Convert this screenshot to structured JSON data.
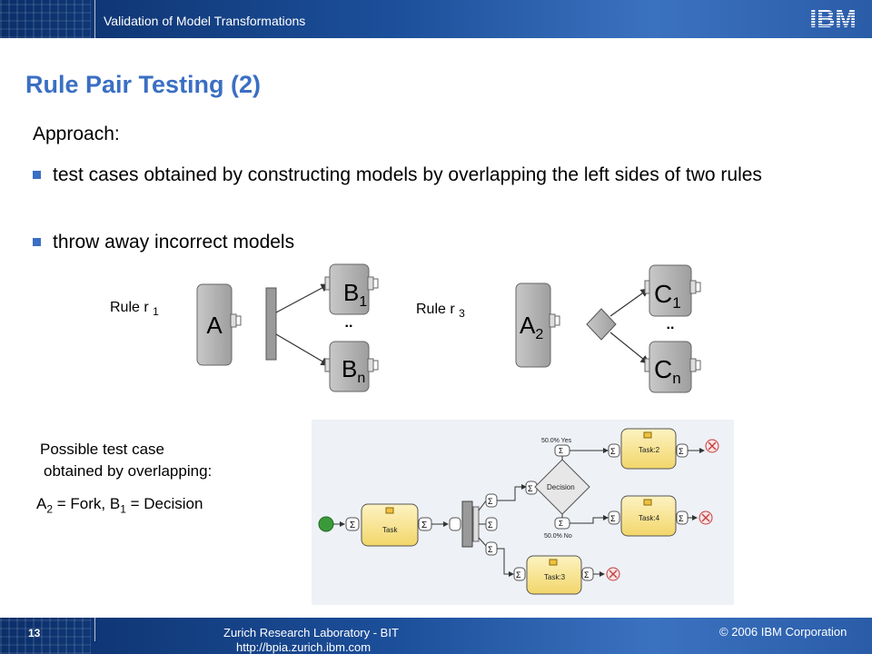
{
  "header": {
    "title": "Validation of Model Transformations",
    "logo": "IBM"
  },
  "slide": {
    "title": "Rule Pair Testing (2)",
    "approach": "Approach:",
    "bullets": [
      "test cases obtained by constructing models by overlapping the left sides of two rules",
      "throw away incorrect models"
    ]
  },
  "diagram": {
    "rule1": {
      "label": "Rule r",
      "sub": "1",
      "source": "A",
      "target_top": "B",
      "target_top_sub": "1",
      "target_bottom": "B",
      "target_bottom_sub": "n",
      "dots": ".."
    },
    "rule3": {
      "label": "Rule r",
      "sub": "3",
      "source": "A",
      "source_sub": "2",
      "target_top": "C",
      "target_top_sub": "1",
      "target_bottom": "C",
      "target_bottom_sub": "n",
      "dots": ".."
    }
  },
  "caption": {
    "line1": "Possible test case",
    "line2": "obtained by overlapping:",
    "eq_a": "A",
    "eq_a_sub": "2",
    "eq_mid": " = Fork, B",
    "eq_b_sub": "1",
    "eq_end": " = Decision"
  },
  "bpmn": {
    "task_main": "Task",
    "decision": "Decision",
    "task2": "Task:2",
    "task4": "Task:4",
    "task3": "Task:3",
    "yes": "50.0% Yes",
    "no": "50.0% No"
  },
  "footer": {
    "page": "13",
    "lab": "Zurich Research Laboratory - BIT",
    "url": "http://bpia.zurich.ibm.com",
    "copyright": "© 2006 IBM Corporation"
  },
  "colors": {
    "header_bg": "#1c4f9a",
    "title": "#3a6fc3",
    "task_fill": "#f7e08a",
    "node_fill": "#b3b3b3"
  }
}
